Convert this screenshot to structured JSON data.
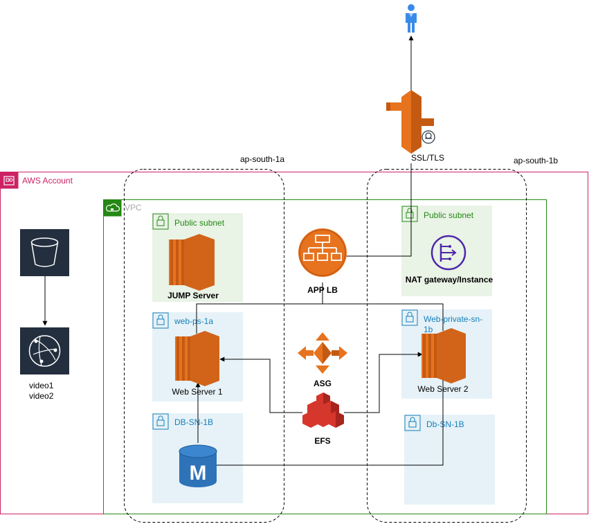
{
  "zones": {
    "az_a": "ap-south-1a",
    "az_b": "ap-south-1b"
  },
  "account": {
    "label": "AWS Account",
    "color": "#cc2264"
  },
  "vpc": {
    "label": "VPC",
    "color": "#248814"
  },
  "subnets": {
    "public_a": "Public subnet",
    "public_b": "Public subnet",
    "private_a": "web-ps-1a",
    "private_b_line1": "Web-private-sn-",
    "private_b_line2": "1b",
    "db_a": "DB-SN-1B",
    "db_b": "Db-SN-1B"
  },
  "nodes": {
    "jump_server": "JUMP Server",
    "nat_gateway": "NAT gateway/Instance",
    "app_lb": "APP LB",
    "asg": "ASG",
    "efs": "EFS",
    "web_server_1": "Web Server 1",
    "web_server_2": "Web Server 2",
    "ssl_tls": "SSL/TLS",
    "rds_letter": "M",
    "video_1": "video1",
    "video_2": "video2"
  },
  "icons": {
    "user": "user-icon",
    "cdn": "cloudfront-icon",
    "certificate": "certificate-icon",
    "load_balancer": "elb-icon",
    "nat": "nat-gateway-icon",
    "ec2": "ec2-icon",
    "autoscaling": "autoscaling-icon",
    "efs": "efs-icon",
    "database": "rds-icon",
    "bucket": "s3-bucket-icon",
    "distribution": "cloudfront-distribution-icon",
    "lock": "lock-icon",
    "cloud": "cloud-icon"
  },
  "colors": {
    "orange": "#e7731f",
    "orange_dark": "#c45a12",
    "public_subnet_fill": "#e9f3e6",
    "private_subnet_fill": "#e6f2f8",
    "private_subnet_text": "#147eba",
    "nat_purple": "#4d27aa",
    "dark_tile": "#232f3e",
    "user_blue": "#3a8be8",
    "efs_red": "#d6372d",
    "rds_blue": "#2e73b8"
  }
}
